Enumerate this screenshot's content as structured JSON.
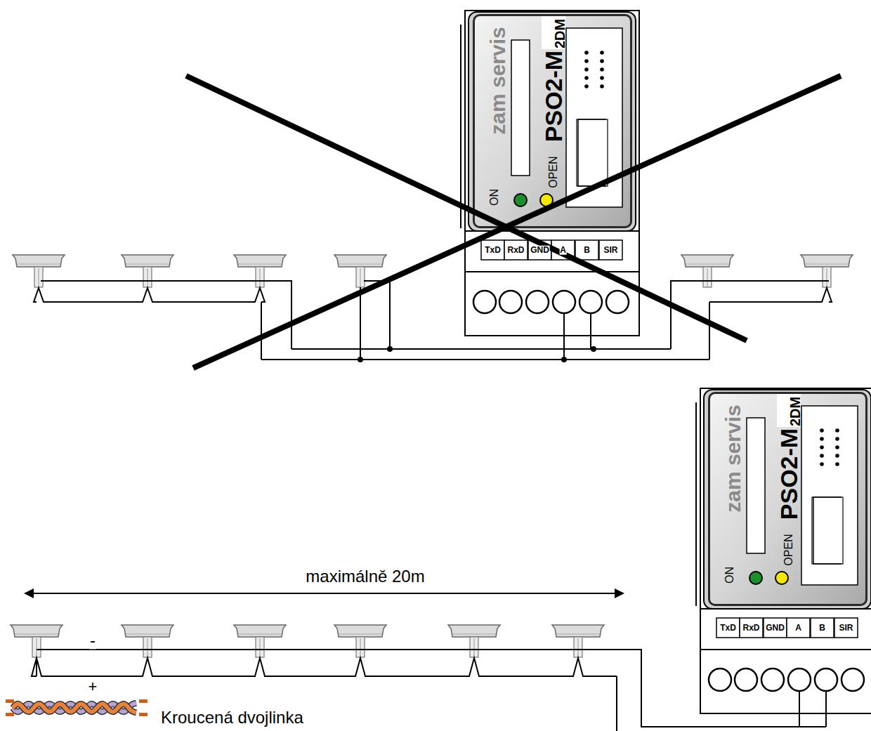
{
  "diagram": {
    "nodes": [
      {
        "text": [
          "zam servis",
          "PSO2-M",
          "2DM",
          "ON",
          "OPEN"
        ]
      },
      {
        "text": [
          "zam servis",
          "PSO2-M",
          "2DM",
          "ON",
          "OPEN"
        ]
      }
    ],
    "labels": [
      "TxD",
      "RxD",
      "GND",
      "A",
      "B",
      "SIR",
      "TxD",
      "RxD",
      "GND",
      "A",
      "B",
      "SIR",
      "maximálně 20m",
      "-",
      "+",
      "Kroucená dvojlinka"
    ]
  }
}
